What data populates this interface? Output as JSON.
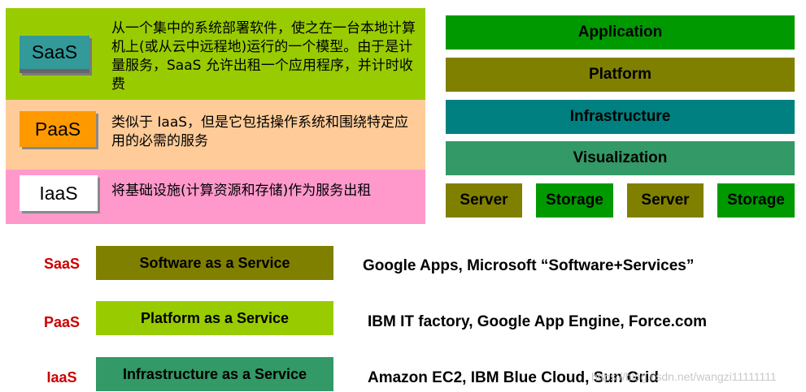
{
  "left_panel": {
    "saas": {
      "badge": "SaaS",
      "description": "从一个集中的系统部署软件，使之在一台本地计算机上(或从云中远程地)运行的一个模型。由于是计量服务，SaaS 允许出租一个应用程序，并计时收费"
    },
    "paas": {
      "badge": "PaaS",
      "description": "类似于 IaaS，但是它包括操作系统和围绕特定应用的必需的服务"
    },
    "iaas": {
      "badge": "IaaS",
      "description": "将基础设施(计算资源和存储)作为服务出租"
    }
  },
  "stack": {
    "layers": [
      "Application",
      "Platform",
      "Infrastructure",
      "Visualization"
    ],
    "bottom": [
      "Server",
      "Storage",
      "Server",
      "Storage"
    ]
  },
  "services": [
    {
      "abbr": "SaaS",
      "name": "Software as a Service",
      "examples": "Google Apps, Microsoft “Software+Services”"
    },
    {
      "abbr": "PaaS",
      "name": "Platform as a Service",
      "examples": "IBM IT factory, Google App Engine,  Force.com"
    },
    {
      "abbr": "IaaS",
      "name": "Infrastructure as a Service",
      "examples": "Amazon EC2, IBM Blue Cloud, Sun Grid"
    }
  ],
  "watermark": "https://blog.csdn.net/wangzi11111111",
  "colors": {
    "saas_row": "#99cc00",
    "paas_row": "#ffcc99",
    "iaas_row": "#ff99cc",
    "abbr_red": "#cc0000"
  }
}
